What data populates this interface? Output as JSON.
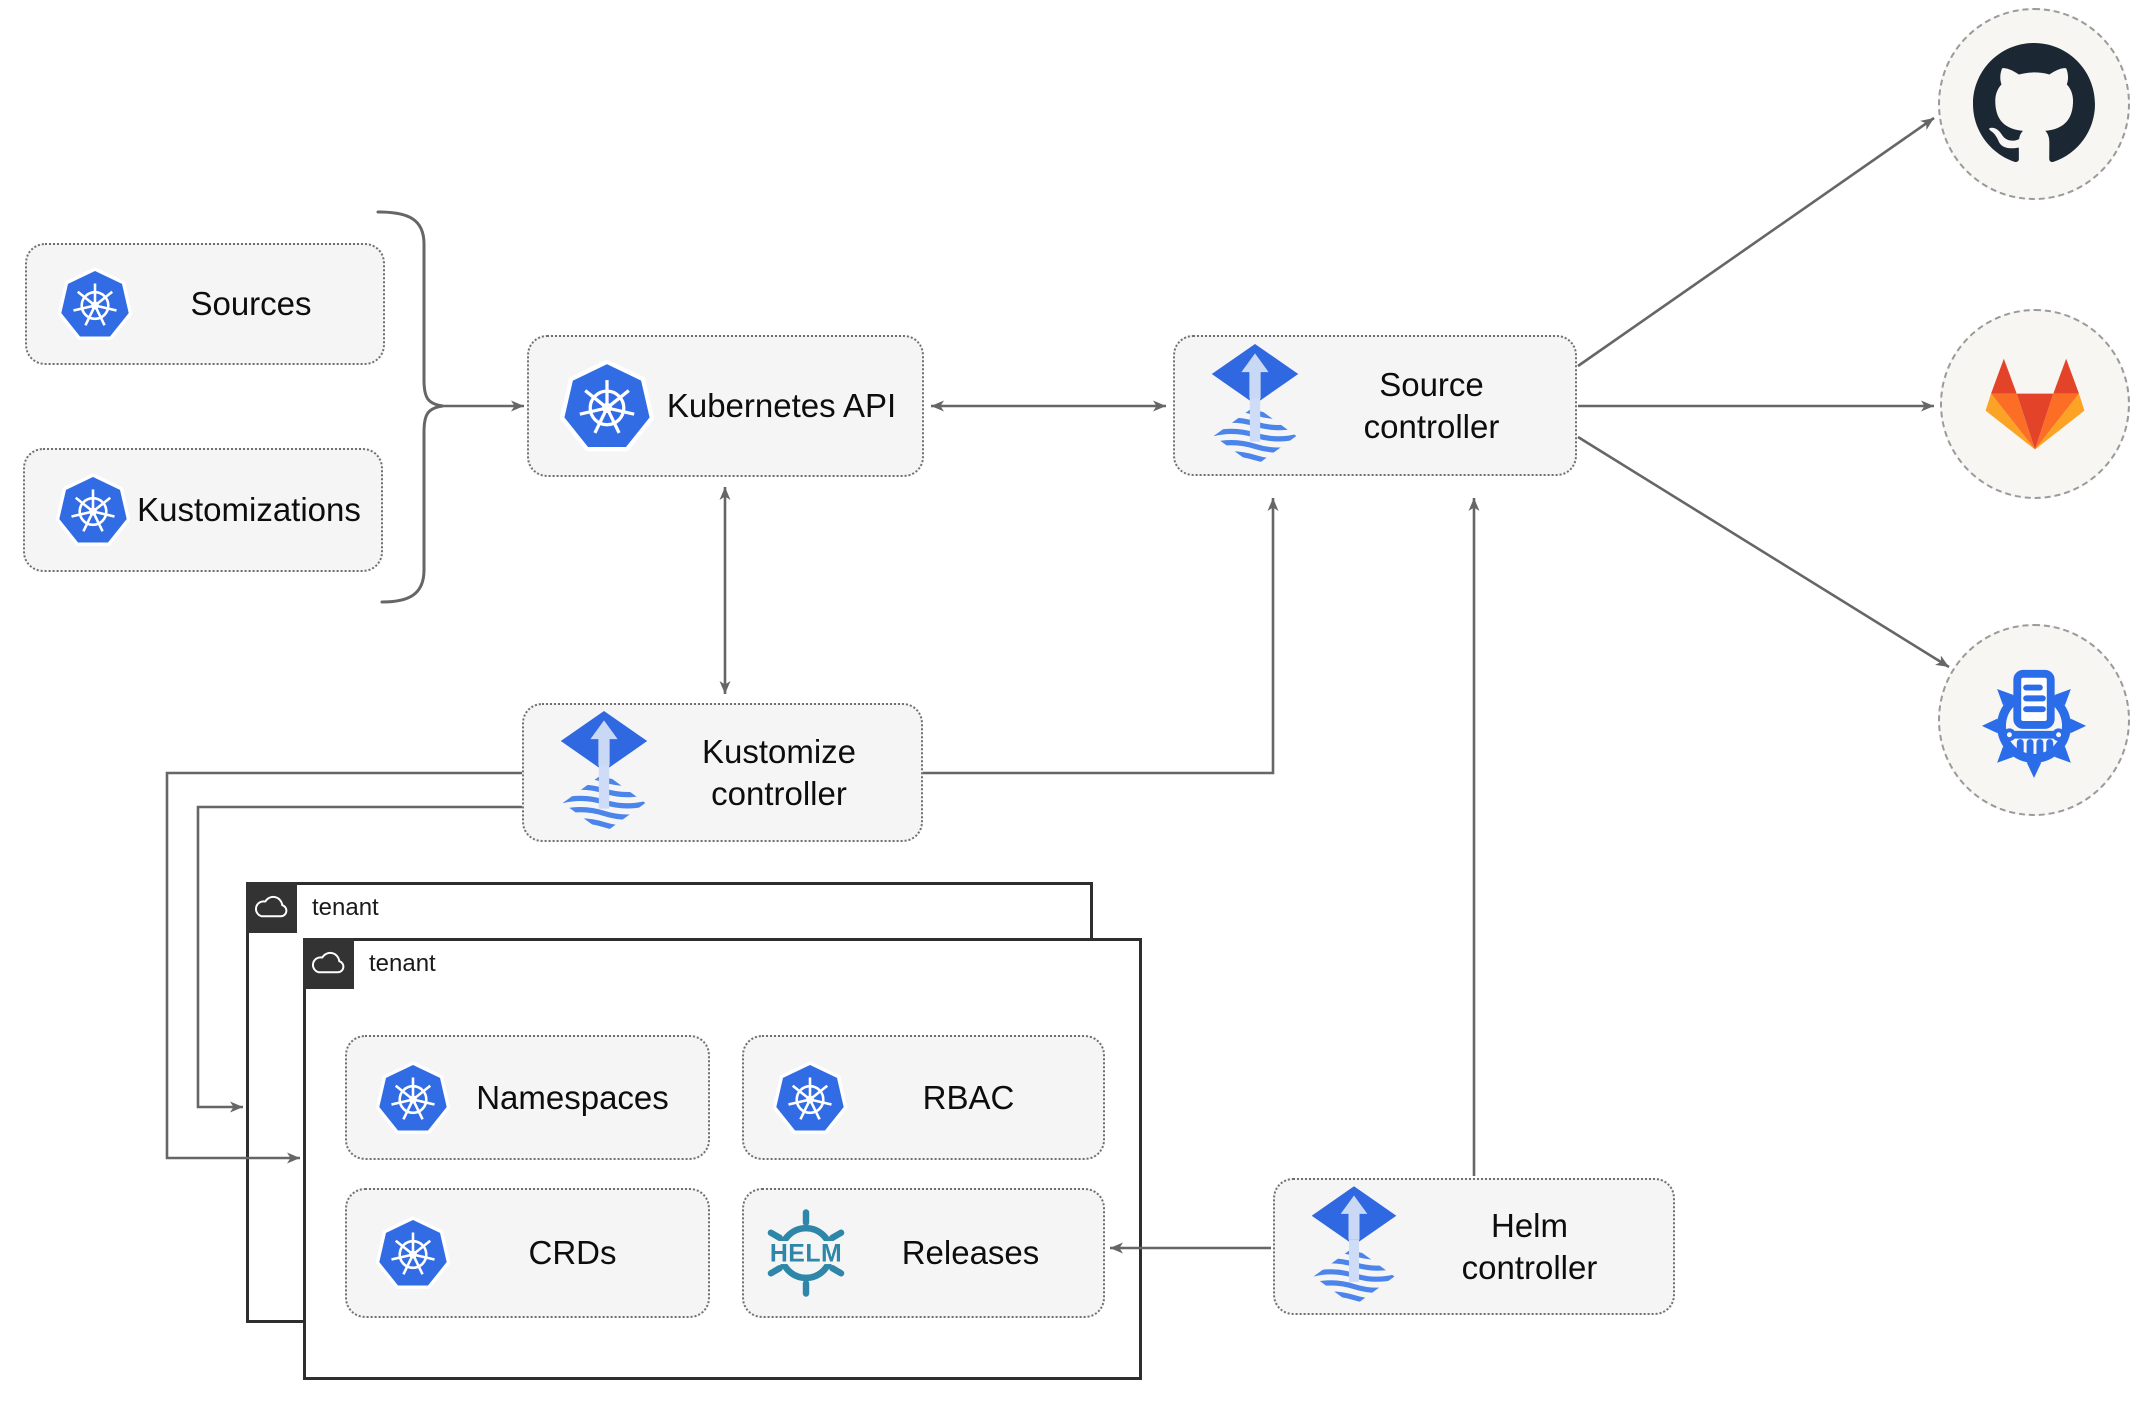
{
  "diagram": {
    "nodes": {
      "sources": {
        "label": "Sources",
        "icon": "kubernetes-icon"
      },
      "kustomizations": {
        "label": "Kustomizations",
        "icon": "kubernetes-icon"
      },
      "kubernetes_api": {
        "label": "Kubernetes API",
        "icon": "kubernetes-icon"
      },
      "source_controller": {
        "label": "Source\ncontroller",
        "icon": "flux-icon"
      },
      "kustomize_controller": {
        "label": "Kustomize\ncontroller",
        "icon": "flux-icon"
      },
      "helm_controller": {
        "label": "Helm\ncontroller",
        "icon": "flux-icon"
      },
      "namespaces": {
        "label": "Namespaces",
        "icon": "kubernetes-icon"
      },
      "rbac": {
        "label": "RBAC",
        "icon": "kubernetes-icon"
      },
      "crds": {
        "label": "CRDs",
        "icon": "kubernetes-icon"
      },
      "releases": {
        "label": "Releases",
        "icon": "helm-icon"
      }
    },
    "tenants": {
      "back": {
        "label": "tenant"
      },
      "front": {
        "label": "tenant"
      }
    },
    "external_targets": [
      {
        "icon": "github-icon"
      },
      {
        "icon": "gitlab-icon"
      },
      {
        "icon": "container-registry-icon"
      }
    ],
    "icons": {
      "helm_text": "HELM"
    },
    "colors": {
      "kubernetes_blue": "#326CE5",
      "flux_blue": "#2F68E0",
      "flux_light": "#C9D8F5",
      "helm_teal": "#2E87A8",
      "github_dark": "#1B2732",
      "gitlab_red": "#E24329",
      "gitlab_orange": "#FC6D26",
      "gitlab_amber": "#FCA326",
      "registry_blue": "#2B6DE8",
      "edge_gray": "#666666",
      "node_fill": "#F5F5F5",
      "tenant_border": "#2E2E2E"
    }
  }
}
